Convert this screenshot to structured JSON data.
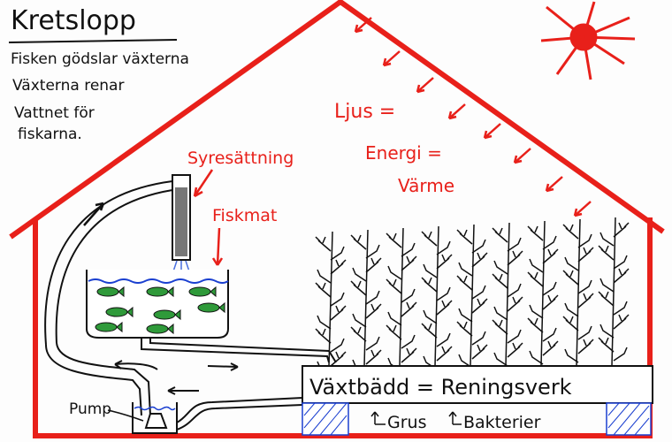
{
  "title": "Kretslopp",
  "description_lines": [
    "Fisken gödslar växterna",
    "Växterna renar",
    "Vattnet för",
    "fiskarna."
  ],
  "labels": {
    "oxygenation": "Syresättning",
    "fish_food": "Fiskmat",
    "light": "Ljus =",
    "energy": "Energi =",
    "heat": "Värme",
    "plant_bed": "Växtbädd = Reningsverk",
    "gravel": "Grus",
    "bacteria": "Bakterier",
    "pump": "Pump"
  },
  "colors": {
    "house": "#e8201a",
    "sun": "#e8201a",
    "water": "#1a3fd0",
    "fish": "#2f9a3a",
    "ink": "#111111"
  }
}
